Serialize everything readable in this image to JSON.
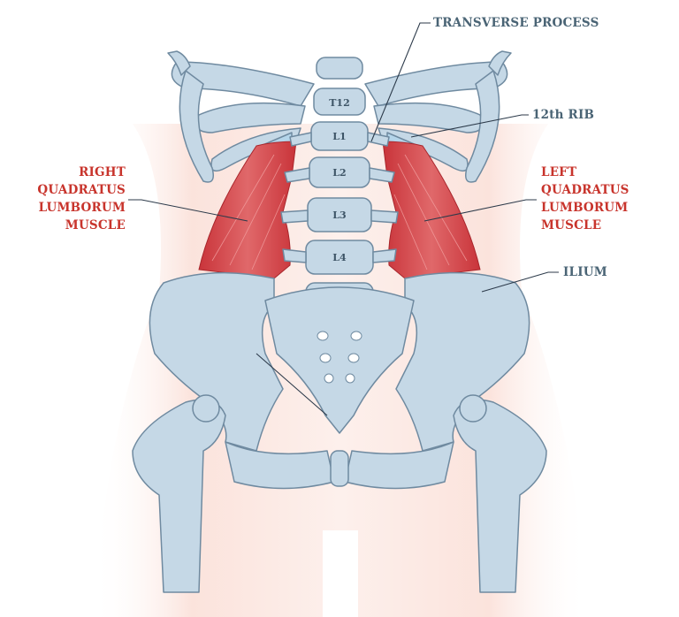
{
  "labels": {
    "transverse_process": "TRANSVERSE PROCESS",
    "rib12": "12th RIB",
    "right_ql": [
      "RIGHT",
      "QUADRATUS",
      "LUMBORUM",
      "MUSCLE"
    ],
    "left_ql": [
      "LEFT",
      "QUADRATUS",
      "LUMBORUM",
      "MUSCLE"
    ],
    "ilium": "ILIUM"
  },
  "vertebrae": [
    "T12",
    "L1",
    "L2",
    "L3",
    "L4"
  ],
  "colors": {
    "label_text": "#4a6475",
    "muscle_label_text": "#c8342c",
    "bone": "#c5d8e6",
    "bone_shadow": "#8fa9bd",
    "muscle": "#d9454a",
    "body_silhouette": "#fbe3dc"
  }
}
